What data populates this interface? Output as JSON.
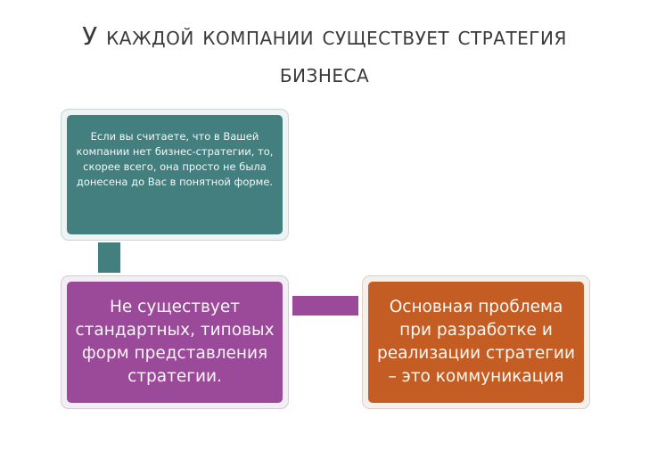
{
  "title": {
    "line1": "У каждой компании существует стратегия",
    "line2": "бизнеса"
  },
  "boxes": {
    "top": {
      "lines": [
        "Если вы считаете, что в Вашей",
        "компании нет бизнес-стратегии, то,",
        "скорее всего, она просто не была",
        "донесена до Вас в понятной форме."
      ]
    },
    "left": {
      "lines": [
        "Не существует",
        "стандартных, типовых",
        "форм представления",
        "стратегии."
      ]
    },
    "right": {
      "lines": [
        "Основная проблема",
        "при разработке и",
        "реализации стратегии",
        "– это коммуникация"
      ]
    }
  },
  "colors": {
    "teal": "#447f80",
    "purple": "#9a4a98",
    "orange": "#c45d23"
  }
}
